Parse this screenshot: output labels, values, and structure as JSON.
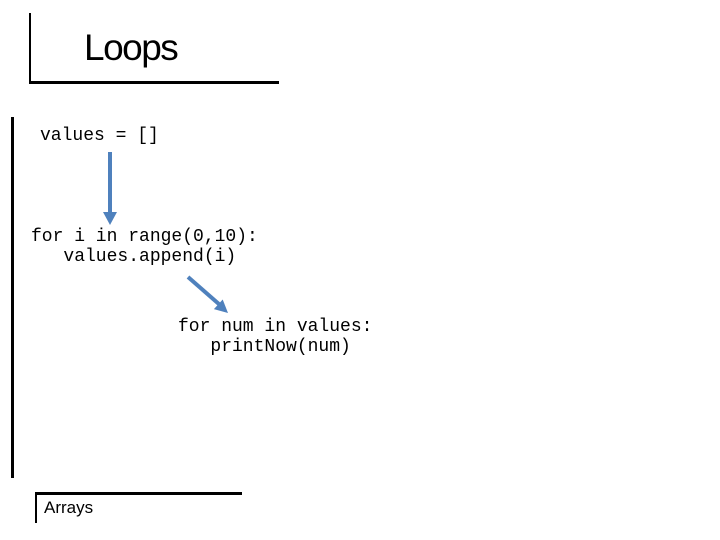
{
  "slide": {
    "title": "Loops",
    "footer_label": "Arrays",
    "colors": {
      "arrow": "#4f81bd",
      "line": "#000000",
      "text": "#000000",
      "background": "#ffffff"
    },
    "code_blocks": [
      {
        "name": "init-list",
        "text": "values = []"
      },
      {
        "name": "fill-loop",
        "text": "for i in range(0,10):\n   values.append(i)"
      },
      {
        "name": "print-loop",
        "text": "for num in values:\n   printNow(num)"
      }
    ]
  }
}
